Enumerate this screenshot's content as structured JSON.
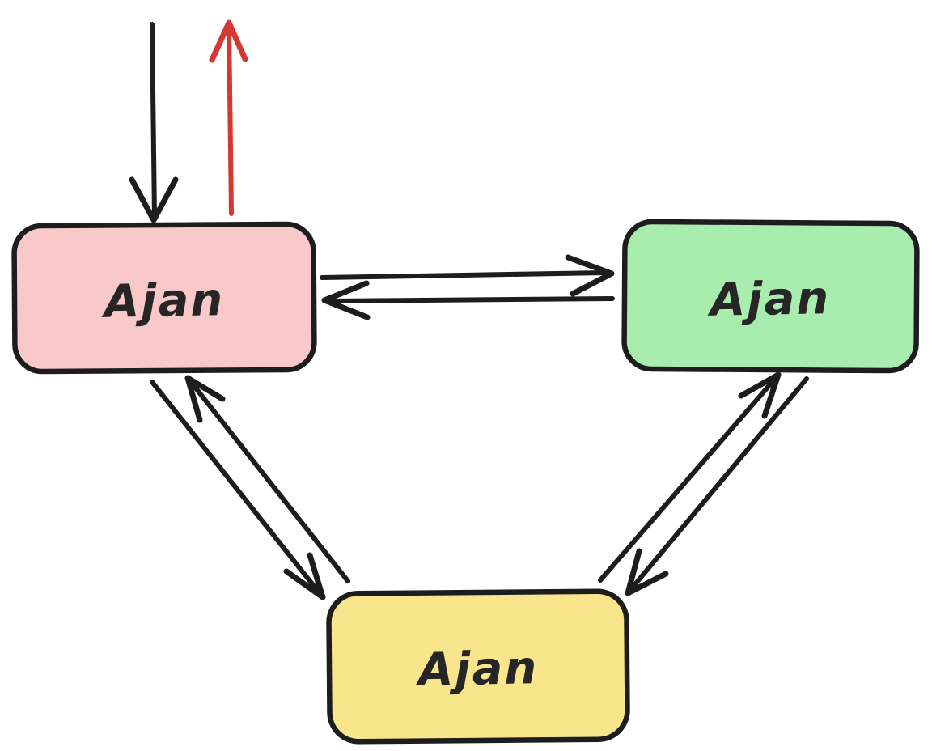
{
  "diagram": {
    "type": "node-link-diagram",
    "style": "hand-drawn",
    "nodes": [
      {
        "id": "agent-left",
        "label": "Ajan",
        "fill": "#f9c9ca"
      },
      {
        "id": "agent-right",
        "label": "Ajan",
        "fill": "#a9edae"
      },
      {
        "id": "agent-bottom",
        "label": "Ajan",
        "fill": "#f9e58b"
      }
    ],
    "colors": {
      "stroke": "#1d1d1d",
      "arrow_black": "#1d1d1d",
      "arrow_red": "#d43832",
      "text": "#262626",
      "background": "#ffffff"
    },
    "edges": [
      {
        "from": "external",
        "to": "agent-left",
        "color": "black",
        "direction": "down-into-left-node"
      },
      {
        "from": "agent-left",
        "to": "external",
        "color": "red",
        "direction": "up-out-of-left-node"
      },
      {
        "from": "agent-left",
        "to": "agent-right",
        "color": "black",
        "direction": "right"
      },
      {
        "from": "agent-right",
        "to": "agent-left",
        "color": "black",
        "direction": "left"
      },
      {
        "from": "agent-left",
        "to": "agent-bottom",
        "color": "black",
        "direction": "down-right"
      },
      {
        "from": "agent-bottom",
        "to": "agent-left",
        "color": "black",
        "direction": "up-left"
      },
      {
        "from": "agent-bottom",
        "to": "agent-right",
        "color": "black",
        "direction": "up-right"
      },
      {
        "from": "agent-right",
        "to": "agent-bottom",
        "color": "black",
        "direction": "down-left"
      }
    ]
  }
}
